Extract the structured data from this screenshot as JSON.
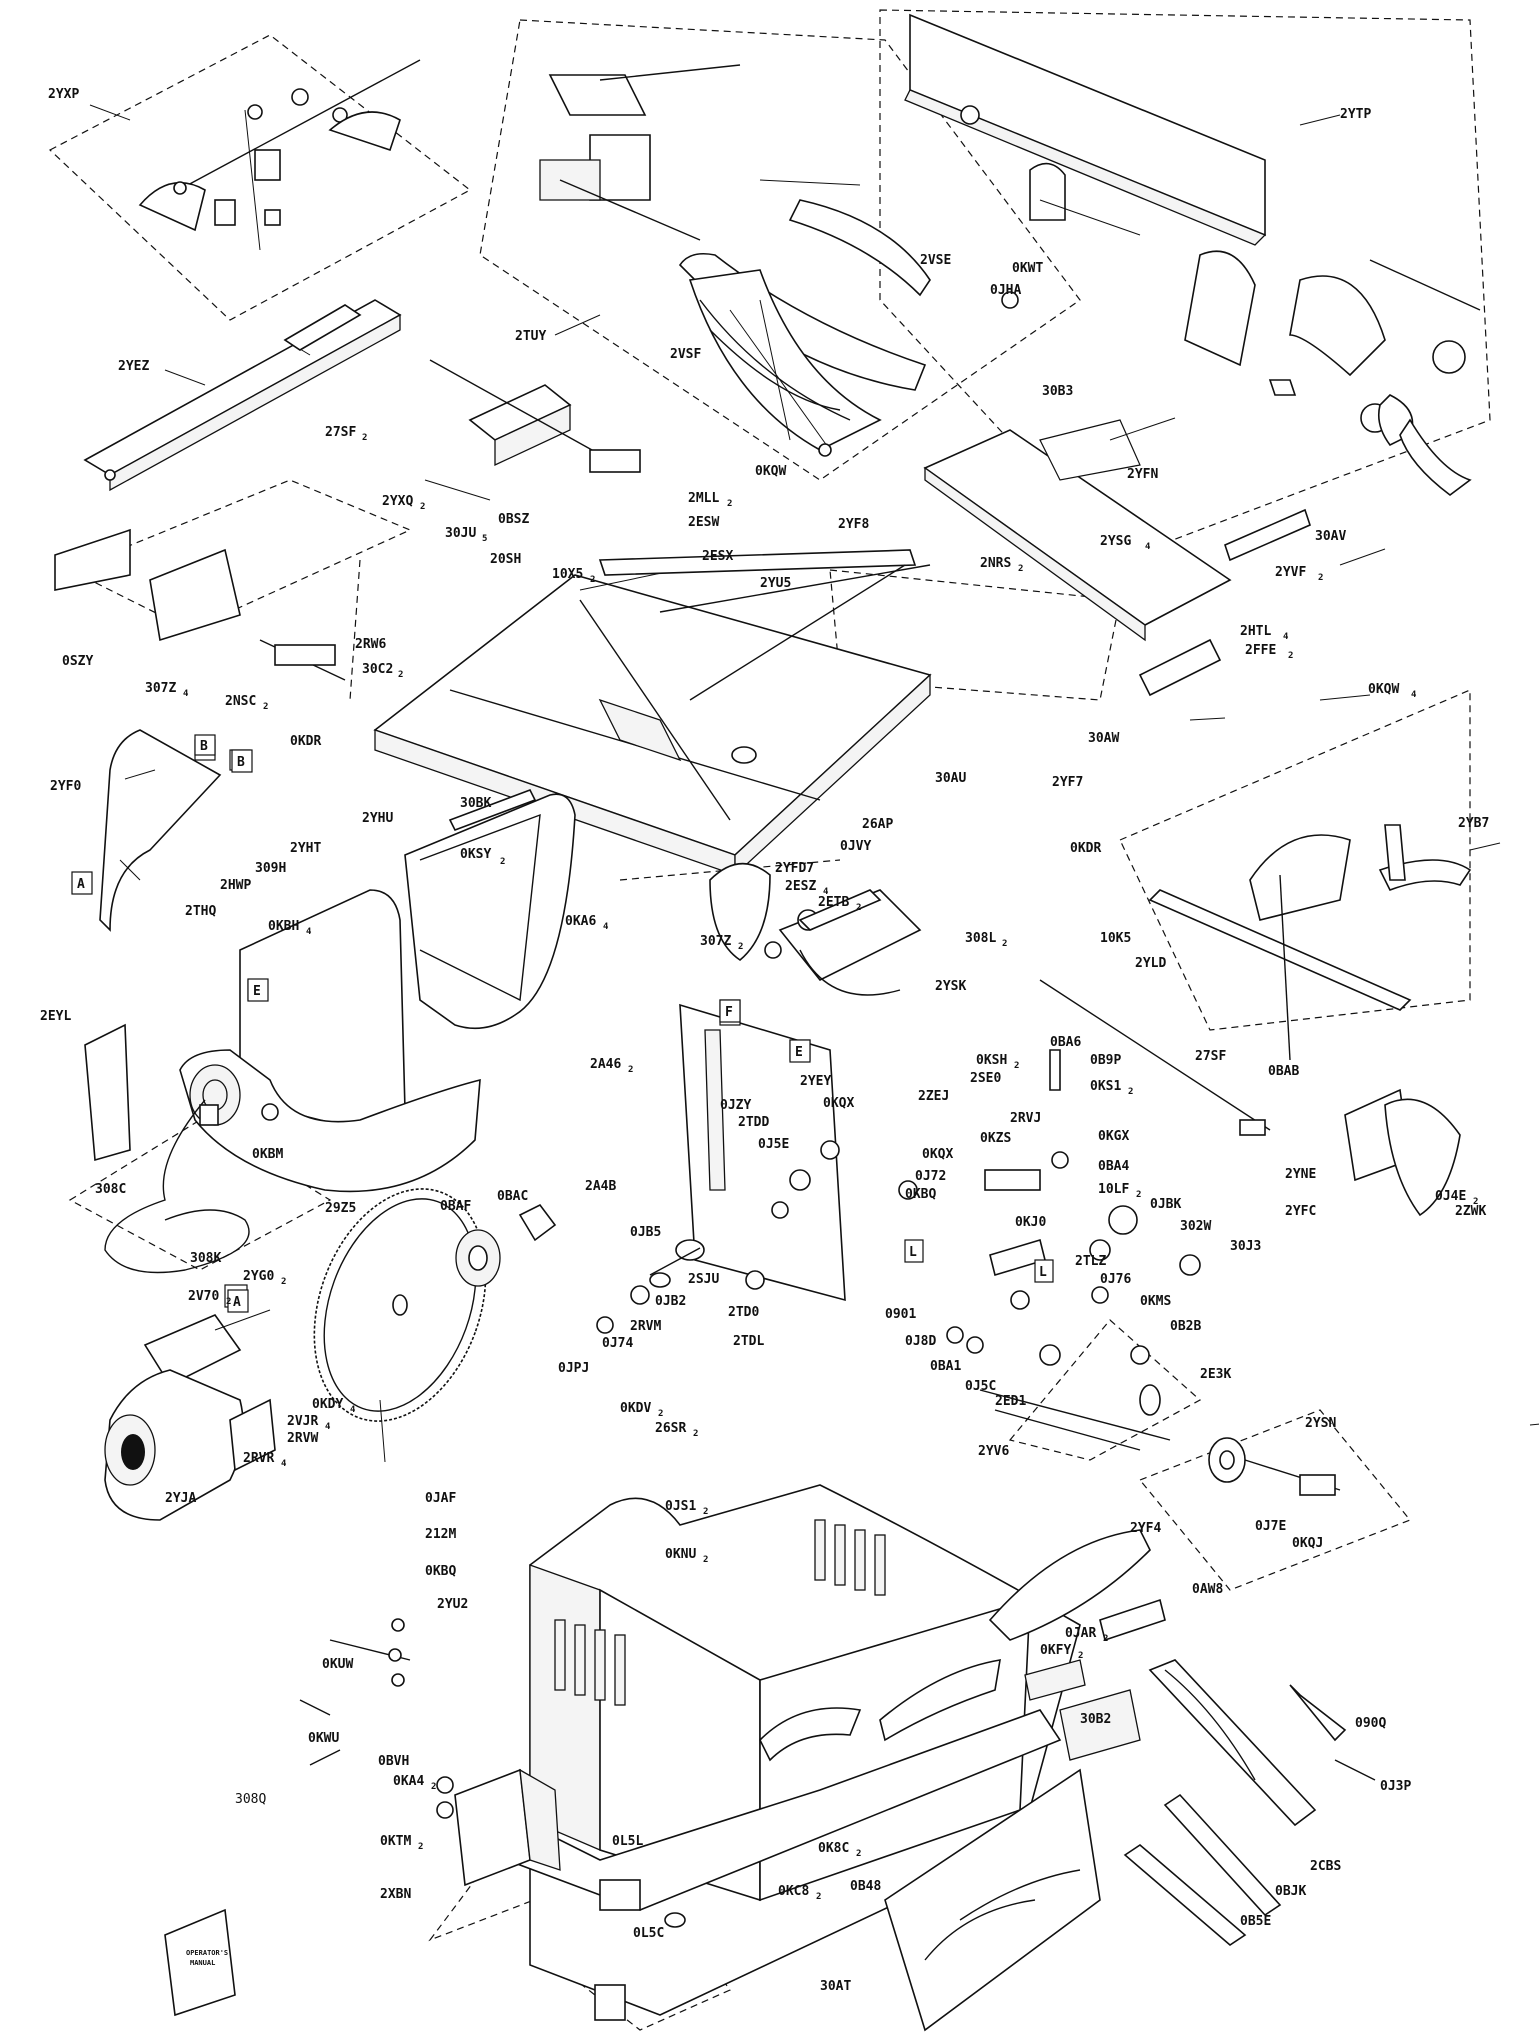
{
  "diagram": {
    "labels": [
      {
        "id": "2yxp",
        "text": "2YXP",
        "sub": ""
      },
      {
        "id": "2yez",
        "text": "2YEZ",
        "sub": ""
      },
      {
        "id": "2tuy",
        "text": "2TUY",
        "sub": ""
      },
      {
        "id": "2ytp",
        "text": "2YTP",
        "sub": ""
      },
      {
        "id": "2vsf",
        "text": "2VSF",
        "sub": ""
      },
      {
        "id": "2vse",
        "text": "2VSE",
        "sub": ""
      },
      {
        "id": "0kqw",
        "text": "0KQW",
        "sub": ""
      },
      {
        "id": "0kwt",
        "text": "0KWT",
        "sub": ""
      },
      {
        "id": "0jha",
        "text": "0JHA",
        "sub": ""
      },
      {
        "id": "30b3",
        "text": "30B3",
        "sub": ""
      },
      {
        "id": "2yfn",
        "text": "2YFN",
        "sub": ""
      },
      {
        "id": "2ysg",
        "text": "2YSG",
        "sub": "4"
      },
      {
        "id": "30av",
        "text": "30AV",
        "sub": ""
      },
      {
        "id": "2yvf",
        "text": "2YVF",
        "sub": "2"
      },
      {
        "id": "2htl",
        "text": "2HTL",
        "sub": "4"
      },
      {
        "id": "2ffe",
        "text": "2FFE",
        "sub": "2"
      },
      {
        "id": "0kqw2",
        "text": "0KQW",
        "sub": "4"
      },
      {
        "id": "27sf",
        "text": "27SF",
        "sub": "2"
      },
      {
        "id": "2yxq",
        "text": "2YXQ",
        "sub": "2"
      },
      {
        "id": "0bsz",
        "text": "0BSZ",
        "sub": ""
      },
      {
        "id": "30ju",
        "text": "30JU",
        "sub": "5"
      },
      {
        "id": "2mll",
        "text": "2MLL",
        "sub": "2"
      },
      {
        "id": "2esw",
        "text": "2ESW",
        "sub": ""
      },
      {
        "id": "2esx",
        "text": "2ESX",
        "sub": ""
      },
      {
        "id": "2yf8",
        "text": "2YF8",
        "sub": ""
      },
      {
        "id": "2yu5",
        "text": "2YU5",
        "sub": ""
      },
      {
        "id": "2nrs",
        "text": "2NRS",
        "sub": "2"
      },
      {
        "id": "20sh",
        "text": "20SH",
        "sub": ""
      },
      {
        "id": "10x5",
        "text": "10X5",
        "sub": "2"
      },
      {
        "id": "0szy",
        "text": "0SZY",
        "sub": ""
      },
      {
        "id": "307z",
        "text": "307Z",
        "sub": "4"
      },
      {
        "id": "2nsc",
        "text": "2NSC",
        "sub": "2"
      },
      {
        "id": "0kdr",
        "text": "0KDR",
        "sub": ""
      },
      {
        "id": "2rw6",
        "text": "2RW6",
        "sub": ""
      },
      {
        "id": "30c2",
        "text": "30C2",
        "sub": "2"
      },
      {
        "id": "30aw",
        "text": "30AW",
        "sub": ""
      },
      {
        "id": "2yf7",
        "text": "2YF7",
        "sub": ""
      },
      {
        "id": "2yf0",
        "text": "2YF0",
        "sub": ""
      },
      {
        "id": "2yhu",
        "text": "2YHU",
        "sub": ""
      },
      {
        "id": "30bk",
        "text": "30BK",
        "sub": ""
      },
      {
        "id": "0ksy",
        "text": "0KSY",
        "sub": "2"
      },
      {
        "id": "30au",
        "text": "30AU",
        "sub": ""
      },
      {
        "id": "26ap",
        "text": "26AP",
        "sub": ""
      },
      {
        "id": "0jvy",
        "text": "0JVY",
        "sub": ""
      },
      {
        "id": "0kdr2",
        "text": "0KDR",
        "sub": ""
      },
      {
        "id": "2yb7",
        "text": "2YB7",
        "sub": ""
      },
      {
        "id": "2yht",
        "text": "2YHT",
        "sub": ""
      },
      {
        "id": "309h",
        "text": "309H",
        "sub": ""
      },
      {
        "id": "2hwp",
        "text": "2HWP",
        "sub": ""
      },
      {
        "id": "2yfd7",
        "text": "2YFD7",
        "sub": ""
      },
      {
        "id": "2esz",
        "text": "2ESZ",
        "sub": "4"
      },
      {
        "id": "2etb",
        "text": "2ETB",
        "sub": "2"
      },
      {
        "id": "307zb",
        "text": "307Z",
        "sub": "2"
      },
      {
        "id": "2ysk",
        "text": "2YSK",
        "sub": ""
      },
      {
        "id": "308l",
        "text": "308L",
        "sub": "2"
      },
      {
        "id": "10k5",
        "text": "10K5",
        "sub": ""
      },
      {
        "id": "2yld",
        "text": "2YLD",
        "sub": ""
      },
      {
        "id": "2thq",
        "text": "2THQ",
        "sub": ""
      },
      {
        "id": "0kbh",
        "text": "0KBH",
        "sub": "4"
      },
      {
        "id": "0ka6",
        "text": "0KA6",
        "sub": "4"
      },
      {
        "id": "2eyl",
        "text": "2EYL",
        "sub": ""
      },
      {
        "id": "2a46",
        "text": "2A46",
        "sub": "2"
      },
      {
        "id": "2yey",
        "text": "2YEY",
        "sub": ""
      },
      {
        "id": "0kqx",
        "text": "0KQX",
        "sub": ""
      },
      {
        "id": "0jzy",
        "text": "0JZY",
        "sub": ""
      },
      {
        "id": "0ba6",
        "text": "0BA6",
        "sub": ""
      },
      {
        "id": "0ksh",
        "text": "0KSH",
        "sub": "2"
      },
      {
        "id": "0b9p",
        "text": "0B9P",
        "sub": ""
      },
      {
        "id": "2se0",
        "text": "2SE0",
        "sub": ""
      },
      {
        "id": "0ks1",
        "text": "0KS1",
        "sub": "2"
      },
      {
        "id": "27sf2",
        "text": "27SF",
        "sub": ""
      },
      {
        "id": "0bab",
        "text": "0BAB",
        "sub": ""
      },
      {
        "id": "2zej",
        "text": "2ZEJ",
        "sub": ""
      },
      {
        "id": "2tdd",
        "text": "2TDD",
        "sub": ""
      },
      {
        "id": "0j5e",
        "text": "0J5E",
        "sub": ""
      },
      {
        "id": "2rvj",
        "text": "2RVJ",
        "sub": ""
      },
      {
        "id": "0kzs",
        "text": "0KZS",
        "sub": ""
      },
      {
        "id": "0kqx2",
        "text": "0KQX",
        "sub": ""
      },
      {
        "id": "0kgx",
        "text": "0KGX",
        "sub": ""
      },
      {
        "id": "0j72",
        "text": "0J72",
        "sub": ""
      },
      {
        "id": "0ba4",
        "text": "0BA4",
        "sub": ""
      },
      {
        "id": "10lf",
        "text": "10LF",
        "sub": "2"
      },
      {
        "id": "2yne",
        "text": "2YNE",
        "sub": ""
      },
      {
        "id": "0j4e",
        "text": "0J4E",
        "sub": "2"
      },
      {
        "id": "2zwk",
        "text": "2ZWK",
        "sub": ""
      },
      {
        "id": "2yfc",
        "text": "2YFC",
        "sub": ""
      },
      {
        "id": "308c",
        "text": "308C",
        "sub": ""
      },
      {
        "id": "0kbm",
        "text": "0KBM",
        "sub": ""
      },
      {
        "id": "308k",
        "text": "308K",
        "sub": ""
      },
      {
        "id": "2a4b",
        "text": "2A4B",
        "sub": ""
      },
      {
        "id": "0kbq",
        "text": "0KBQ",
        "sub": ""
      },
      {
        "id": "0jbk",
        "text": "0JBK",
        "sub": ""
      },
      {
        "id": "302w",
        "text": "302W",
        "sub": ""
      },
      {
        "id": "30j3",
        "text": "30J3",
        "sub": ""
      },
      {
        "id": "0kj0",
        "text": "0KJ0",
        "sub": ""
      },
      {
        "id": "29z5",
        "text": "29Z5",
        "sub": ""
      },
      {
        "id": "0baf",
        "text": "0BAF",
        "sub": ""
      },
      {
        "id": "0bac",
        "text": "0BAC",
        "sub": ""
      },
      {
        "id": "0jb5",
        "text": "0JB5",
        "sub": ""
      },
      {
        "id": "2sju",
        "text": "2SJU",
        "sub": ""
      },
      {
        "id": "0jb2",
        "text": "0JB2",
        "sub": ""
      },
      {
        "id": "2td0",
        "text": "2TD0",
        "sub": ""
      },
      {
        "id": "2tlz",
        "text": "2TLZ",
        "sub": ""
      },
      {
        "id": "0j76",
        "text": "0J76",
        "sub": ""
      },
      {
        "id": "0kms",
        "text": "0KMS",
        "sub": ""
      },
      {
        "id": "2yg0",
        "text": "2YG0",
        "sub": "2"
      },
      {
        "id": "2v70",
        "text": "2V70",
        "sub": "2"
      },
      {
        "id": "0jpj",
        "text": "0JPJ",
        "sub": ""
      },
      {
        "id": "0j74",
        "text": "0J74",
        "sub": ""
      },
      {
        "id": "2rvm",
        "text": "2RVM",
        "sub": ""
      },
      {
        "id": "2tdl",
        "text": "2TDL",
        "sub": ""
      },
      {
        "id": "0901",
        "text": "0901",
        "sub": ""
      },
      {
        "id": "0j8d",
        "text": "0J8D",
        "sub": ""
      },
      {
        "id": "0ba1",
        "text": "0BA1",
        "sub": ""
      },
      {
        "id": "0b2b",
        "text": "0B2B",
        "sub": ""
      },
      {
        "id": "2e3k",
        "text": "2E3K",
        "sub": ""
      },
      {
        "id": "0j5c",
        "text": "0J5C",
        "sub": ""
      },
      {
        "id": "2ed1",
        "text": "2ED1",
        "sub": ""
      },
      {
        "id": "2yv6",
        "text": "2YV6",
        "sub": ""
      },
      {
        "id": "0kdy",
        "text": "0KDY",
        "sub": "4"
      },
      {
        "id": "2vjr",
        "text": "2VJR",
        "sub": "4"
      },
      {
        "id": "2rvw",
        "text": "2RVW",
        "sub": ""
      },
      {
        "id": "2rvr",
        "text": "2RVR",
        "sub": "4"
      },
      {
        "id": "2yja",
        "text": "2YJA",
        "sub": ""
      },
      {
        "id": "0kdv",
        "text": "0KDV",
        "sub": "2"
      },
      {
        "id": "26sr",
        "text": "26SR",
        "sub": "2"
      },
      {
        "id": "0js1",
        "text": "0JS1",
        "sub": "2"
      },
      {
        "id": "0knu",
        "text": "0KNU",
        "sub": "2"
      },
      {
        "id": "2ysn",
        "text": "2YSN",
        "sub": ""
      },
      {
        "id": "0jaf",
        "text": "0JAF",
        "sub": ""
      },
      {
        "id": "212m",
        "text": "212M",
        "sub": ""
      },
      {
        "id": "0kbq2",
        "text": "0KBQ",
        "sub": ""
      },
      {
        "id": "2yf4",
        "text": "2YF4",
        "sub": ""
      },
      {
        "id": "0j7e",
        "text": "0J7E",
        "sub": ""
      },
      {
        "id": "0kqj",
        "text": "0KQJ",
        "sub": ""
      },
      {
        "id": "0aw8",
        "text": "0AW8",
        "sub": ""
      },
      {
        "id": "0jar",
        "text": "0JAR",
        "sub": "2"
      },
      {
        "id": "0kfy",
        "text": "0KFY",
        "sub": "2"
      },
      {
        "id": "2yu2",
        "text": "2YU2",
        "sub": ""
      },
      {
        "id": "0kuw",
        "text": "0KUW",
        "sub": ""
      },
      {
        "id": "0kwu",
        "text": "0KWU",
        "sub": ""
      },
      {
        "id": "30b2",
        "text": "30B2",
        "sub": ""
      },
      {
        "id": "090q",
        "text": "090Q",
        "sub": ""
      },
      {
        "id": "0j3p",
        "text": "0J3P",
        "sub": ""
      },
      {
        "id": "0bvh",
        "text": "0BVH",
        "sub": ""
      },
      {
        "id": "0ka4",
        "text": "0KA4",
        "sub": "2"
      },
      {
        "id": "308q",
        "text": "308Q",
        "sub": ""
      },
      {
        "id": "0ktm",
        "text": "0KTM",
        "sub": "2"
      },
      {
        "id": "0l5l",
        "text": "0L5L",
        "sub": ""
      },
      {
        "id": "0k8c",
        "text": "0K8C",
        "sub": "2"
      },
      {
        "id": "0kc8",
        "text": "0KC8",
        "sub": "2"
      },
      {
        "id": "0b48",
        "text": "0B48",
        "sub": ""
      },
      {
        "id": "2cbs",
        "text": "2CBS",
        "sub": ""
      },
      {
        "id": "0bjk",
        "text": "0BJK",
        "sub": ""
      },
      {
        "id": "0b5e",
        "text": "0B5E",
        "sub": ""
      },
      {
        "id": "2xbn",
        "text": "2XBN",
        "sub": ""
      },
      {
        "id": "0l5c",
        "text": "0L5C",
        "sub": ""
      },
      {
        "id": "30at",
        "text": "30AT",
        "sub": ""
      }
    ],
    "tags": [
      {
        "id": "tagA1",
        "text": "A"
      },
      {
        "id": "tagB1",
        "text": "B"
      },
      {
        "id": "tagB2",
        "text": "B"
      },
      {
        "id": "tagE1",
        "text": "E"
      },
      {
        "id": "tagE2",
        "text": "E"
      },
      {
        "id": "tagF1",
        "text": "F"
      },
      {
        "id": "tagA2",
        "text": "A"
      },
      {
        "id": "tagL1",
        "text": "L"
      },
      {
        "id": "tagL2",
        "text": "L"
      }
    ],
    "manual_cover": {
      "line1": "OPERATOR'S",
      "line2": "MANUAL"
    }
  }
}
